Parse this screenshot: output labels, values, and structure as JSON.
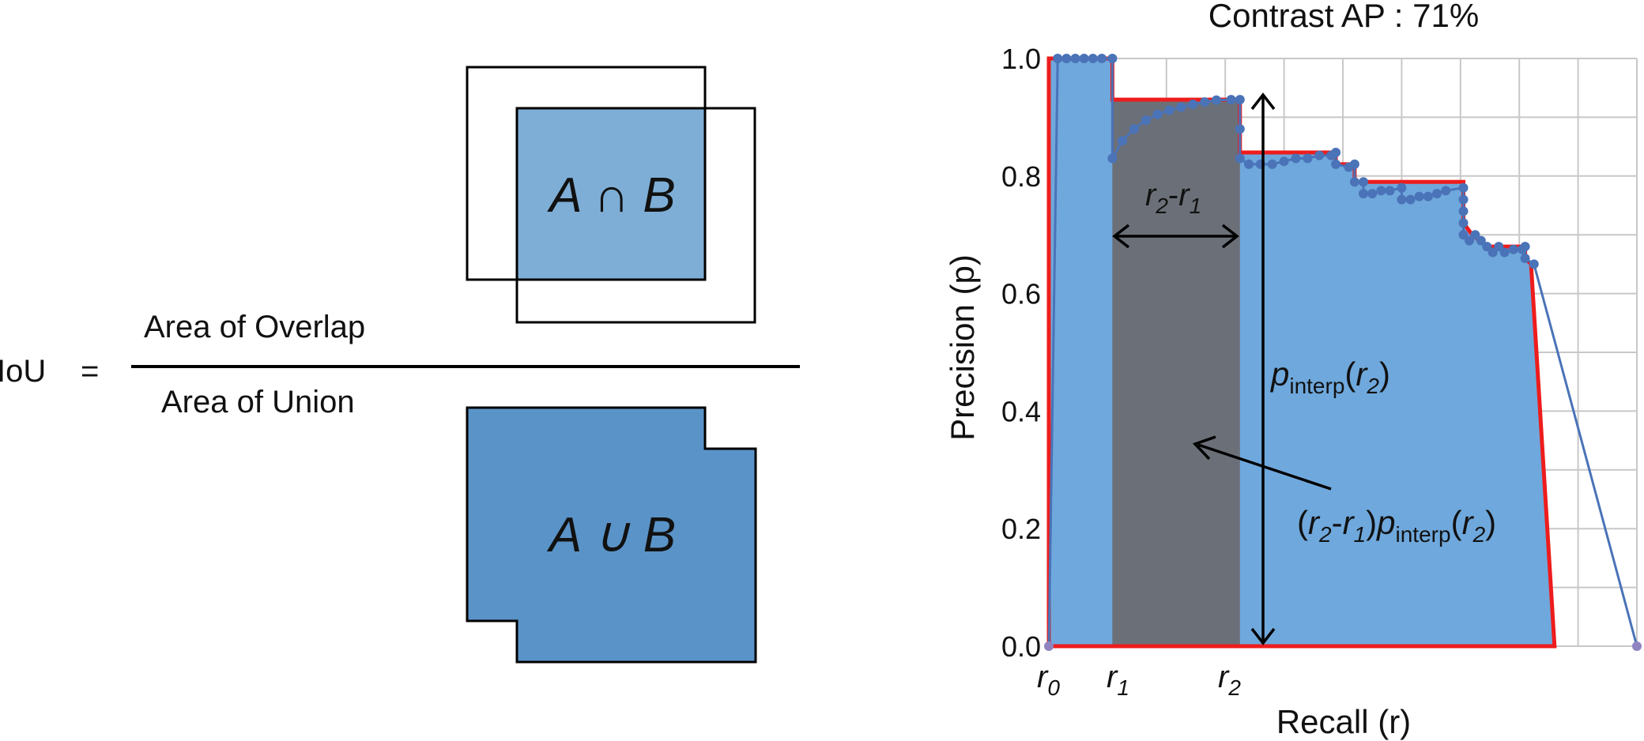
{
  "iou": {
    "label": "IoU",
    "equals": "=",
    "numerator": "Area of Overlap",
    "denominator": "Area of Union",
    "intersection_label": "A ∩ B",
    "union_label": "A ∪ B"
  },
  "chart_data": {
    "type": "area",
    "title": "Contrast AP : 71%",
    "xlabel": "Recall (r)",
    "ylabel": "Precision (p)",
    "ylim": [
      0,
      1
    ],
    "y_ticks": [
      "0.0",
      "0.2",
      "0.4",
      "0.6",
      "0.8",
      "1.0"
    ],
    "grid": true,
    "x_tick_labels": [
      {
        "main": "r",
        "sub": "0"
      },
      {
        "main": "r",
        "sub": "1"
      },
      {
        "main": "r",
        "sub": "2"
      }
    ],
    "annotations": {
      "width_label": {
        "a": "r",
        "a_sub": "2",
        "dash": "-",
        "b": "r",
        "b_sub": "1"
      },
      "height_label": {
        "p": "p",
        "p_sub": "interp",
        "open": "(",
        "r": "r",
        "r_sub": "2",
        "close": ")"
      },
      "area_label": {
        "open1": "(",
        "r2": "r",
        "r2_sub": "2",
        "dash": "-",
        "r1": "r",
        "r1_sub": "1",
        "close1": ")",
        "p": "p",
        "p_sub": "interp",
        "open2": "(",
        "r3": "r",
        "r3_sub": "2",
        "close2": ")"
      }
    },
    "colors": {
      "interpolated_fill": "#6fa8dc",
      "highlight_strip": "#6b7078",
      "interpolated_line": "#ee1c1c",
      "pr_curve": "#4a73b8",
      "grid": "#c8c8c8"
    },
    "series": [
      {
        "name": "",
        "values": [
          [
            0.0,
            0.0
          ],
          [
            0.015,
            1.0
          ],
          [
            0.03,
            1.0
          ],
          [
            0.045,
            1.0
          ],
          [
            0.06,
            1.0
          ],
          [
            0.075,
            1.0
          ],
          [
            0.09,
            1.0
          ],
          [
            0.108,
            1.0
          ],
          [
            0.108,
            0.83
          ],
          [
            0.125,
            0.86
          ],
          [
            0.145,
            0.88
          ],
          [
            0.165,
            0.895
          ],
          [
            0.185,
            0.905
          ],
          [
            0.205,
            0.912
          ],
          [
            0.225,
            0.917
          ],
          [
            0.245,
            0.922
          ],
          [
            0.265,
            0.926
          ],
          [
            0.285,
            0.929
          ],
          [
            0.31,
            0.93
          ],
          [
            0.325,
            0.93
          ],
          [
            0.325,
            0.88
          ],
          [
            0.325,
            0.83
          ],
          [
            0.34,
            0.82
          ],
          [
            0.36,
            0.82
          ],
          [
            0.38,
            0.82
          ],
          [
            0.4,
            0.825
          ],
          [
            0.42,
            0.83
          ],
          [
            0.44,
            0.83
          ],
          [
            0.46,
            0.835
          ],
          [
            0.48,
            0.835
          ],
          [
            0.488,
            0.84
          ],
          [
            0.488,
            0.82
          ],
          [
            0.51,
            0.815
          ],
          [
            0.52,
            0.82
          ],
          [
            0.52,
            0.79
          ],
          [
            0.535,
            0.79
          ],
          [
            0.535,
            0.77
          ],
          [
            0.55,
            0.77
          ],
          [
            0.565,
            0.775
          ],
          [
            0.58,
            0.775
          ],
          [
            0.6,
            0.78
          ],
          [
            0.6,
            0.76
          ],
          [
            0.615,
            0.76
          ],
          [
            0.63,
            0.765
          ],
          [
            0.645,
            0.765
          ],
          [
            0.66,
            0.77
          ],
          [
            0.675,
            0.775
          ],
          [
            0.705,
            0.78
          ],
          [
            0.705,
            0.76
          ],
          [
            0.705,
            0.74
          ],
          [
            0.705,
            0.72
          ],
          [
            0.705,
            0.7
          ],
          [
            0.715,
            0.69
          ],
          [
            0.725,
            0.7
          ],
          [
            0.735,
            0.69
          ],
          [
            0.745,
            0.68
          ],
          [
            0.755,
            0.67
          ],
          [
            0.765,
            0.68
          ],
          [
            0.775,
            0.67
          ],
          [
            0.79,
            0.675
          ],
          [
            0.805,
            0.675
          ],
          [
            0.81,
            0.68
          ],
          [
            0.81,
            0.66
          ],
          [
            0.825,
            0.65
          ],
          [
            1.0,
            0.0
          ]
        ]
      }
    ],
    "interpolated": [
      [
        0.0,
        0.0
      ],
      [
        0.0,
        1.0
      ],
      [
        0.108,
        1.0
      ],
      [
        0.108,
        0.93
      ],
      [
        0.325,
        0.93
      ],
      [
        0.325,
        0.84
      ],
      [
        0.488,
        0.84
      ],
      [
        0.488,
        0.82
      ],
      [
        0.52,
        0.82
      ],
      [
        0.52,
        0.79
      ],
      [
        0.705,
        0.79
      ],
      [
        0.705,
        0.72
      ],
      [
        0.72,
        0.7
      ],
      [
        0.745,
        0.68
      ],
      [
        0.81,
        0.68
      ],
      [
        0.81,
        0.66
      ],
      [
        0.82,
        0.65
      ],
      [
        0.86,
        0.0
      ]
    ],
    "highlight": {
      "r1": 0.108,
      "r2": 0.325,
      "p_interp": 0.93
    }
  }
}
